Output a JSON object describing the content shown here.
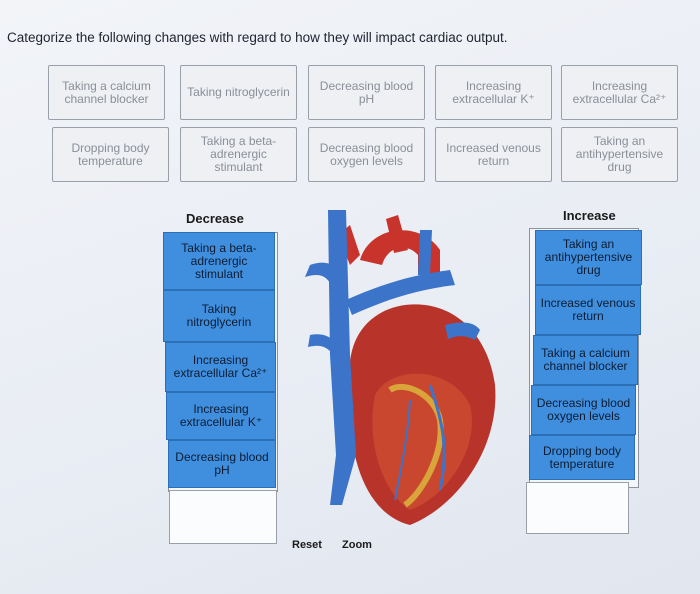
{
  "prompt": "Categorize the following changes with regard to how they will impact cardiac output.",
  "pool": [
    "Taking a calcium channel blocker",
    "Taking nitroglycerin",
    "Decreasing blood pH",
    "Increasing extracellular K⁺",
    "Increasing extracellular Ca²⁺",
    "Dropping body temperature",
    "Taking a beta-adrenergic stimulant",
    "Decreasing blood oxygen levels",
    "Increased venous return",
    "Taking an antihypertensive drug"
  ],
  "decrease": {
    "heading": "Decrease",
    "items": [
      "Taking a beta-adrenergic stimulant",
      "Taking nitroglycerin",
      "Increasing extracellular Ca²⁺",
      "Increasing extracellular K⁺",
      "Decreasing blood pH"
    ]
  },
  "increase": {
    "heading": "Increase",
    "items": [
      "Taking an antihypertensive drug",
      "Increased venous return",
      "Taking a calcium channel blocker",
      "Decreasing blood oxygen levels",
      "Dropping body temperature"
    ]
  },
  "controls": {
    "reset": "Reset",
    "zoom": "Zoom"
  },
  "colors": {
    "placed_fill": "#3f8fde",
    "pool_fill": "#eef0f3",
    "vein": "#3b74c9",
    "artery": "#c8332c"
  }
}
